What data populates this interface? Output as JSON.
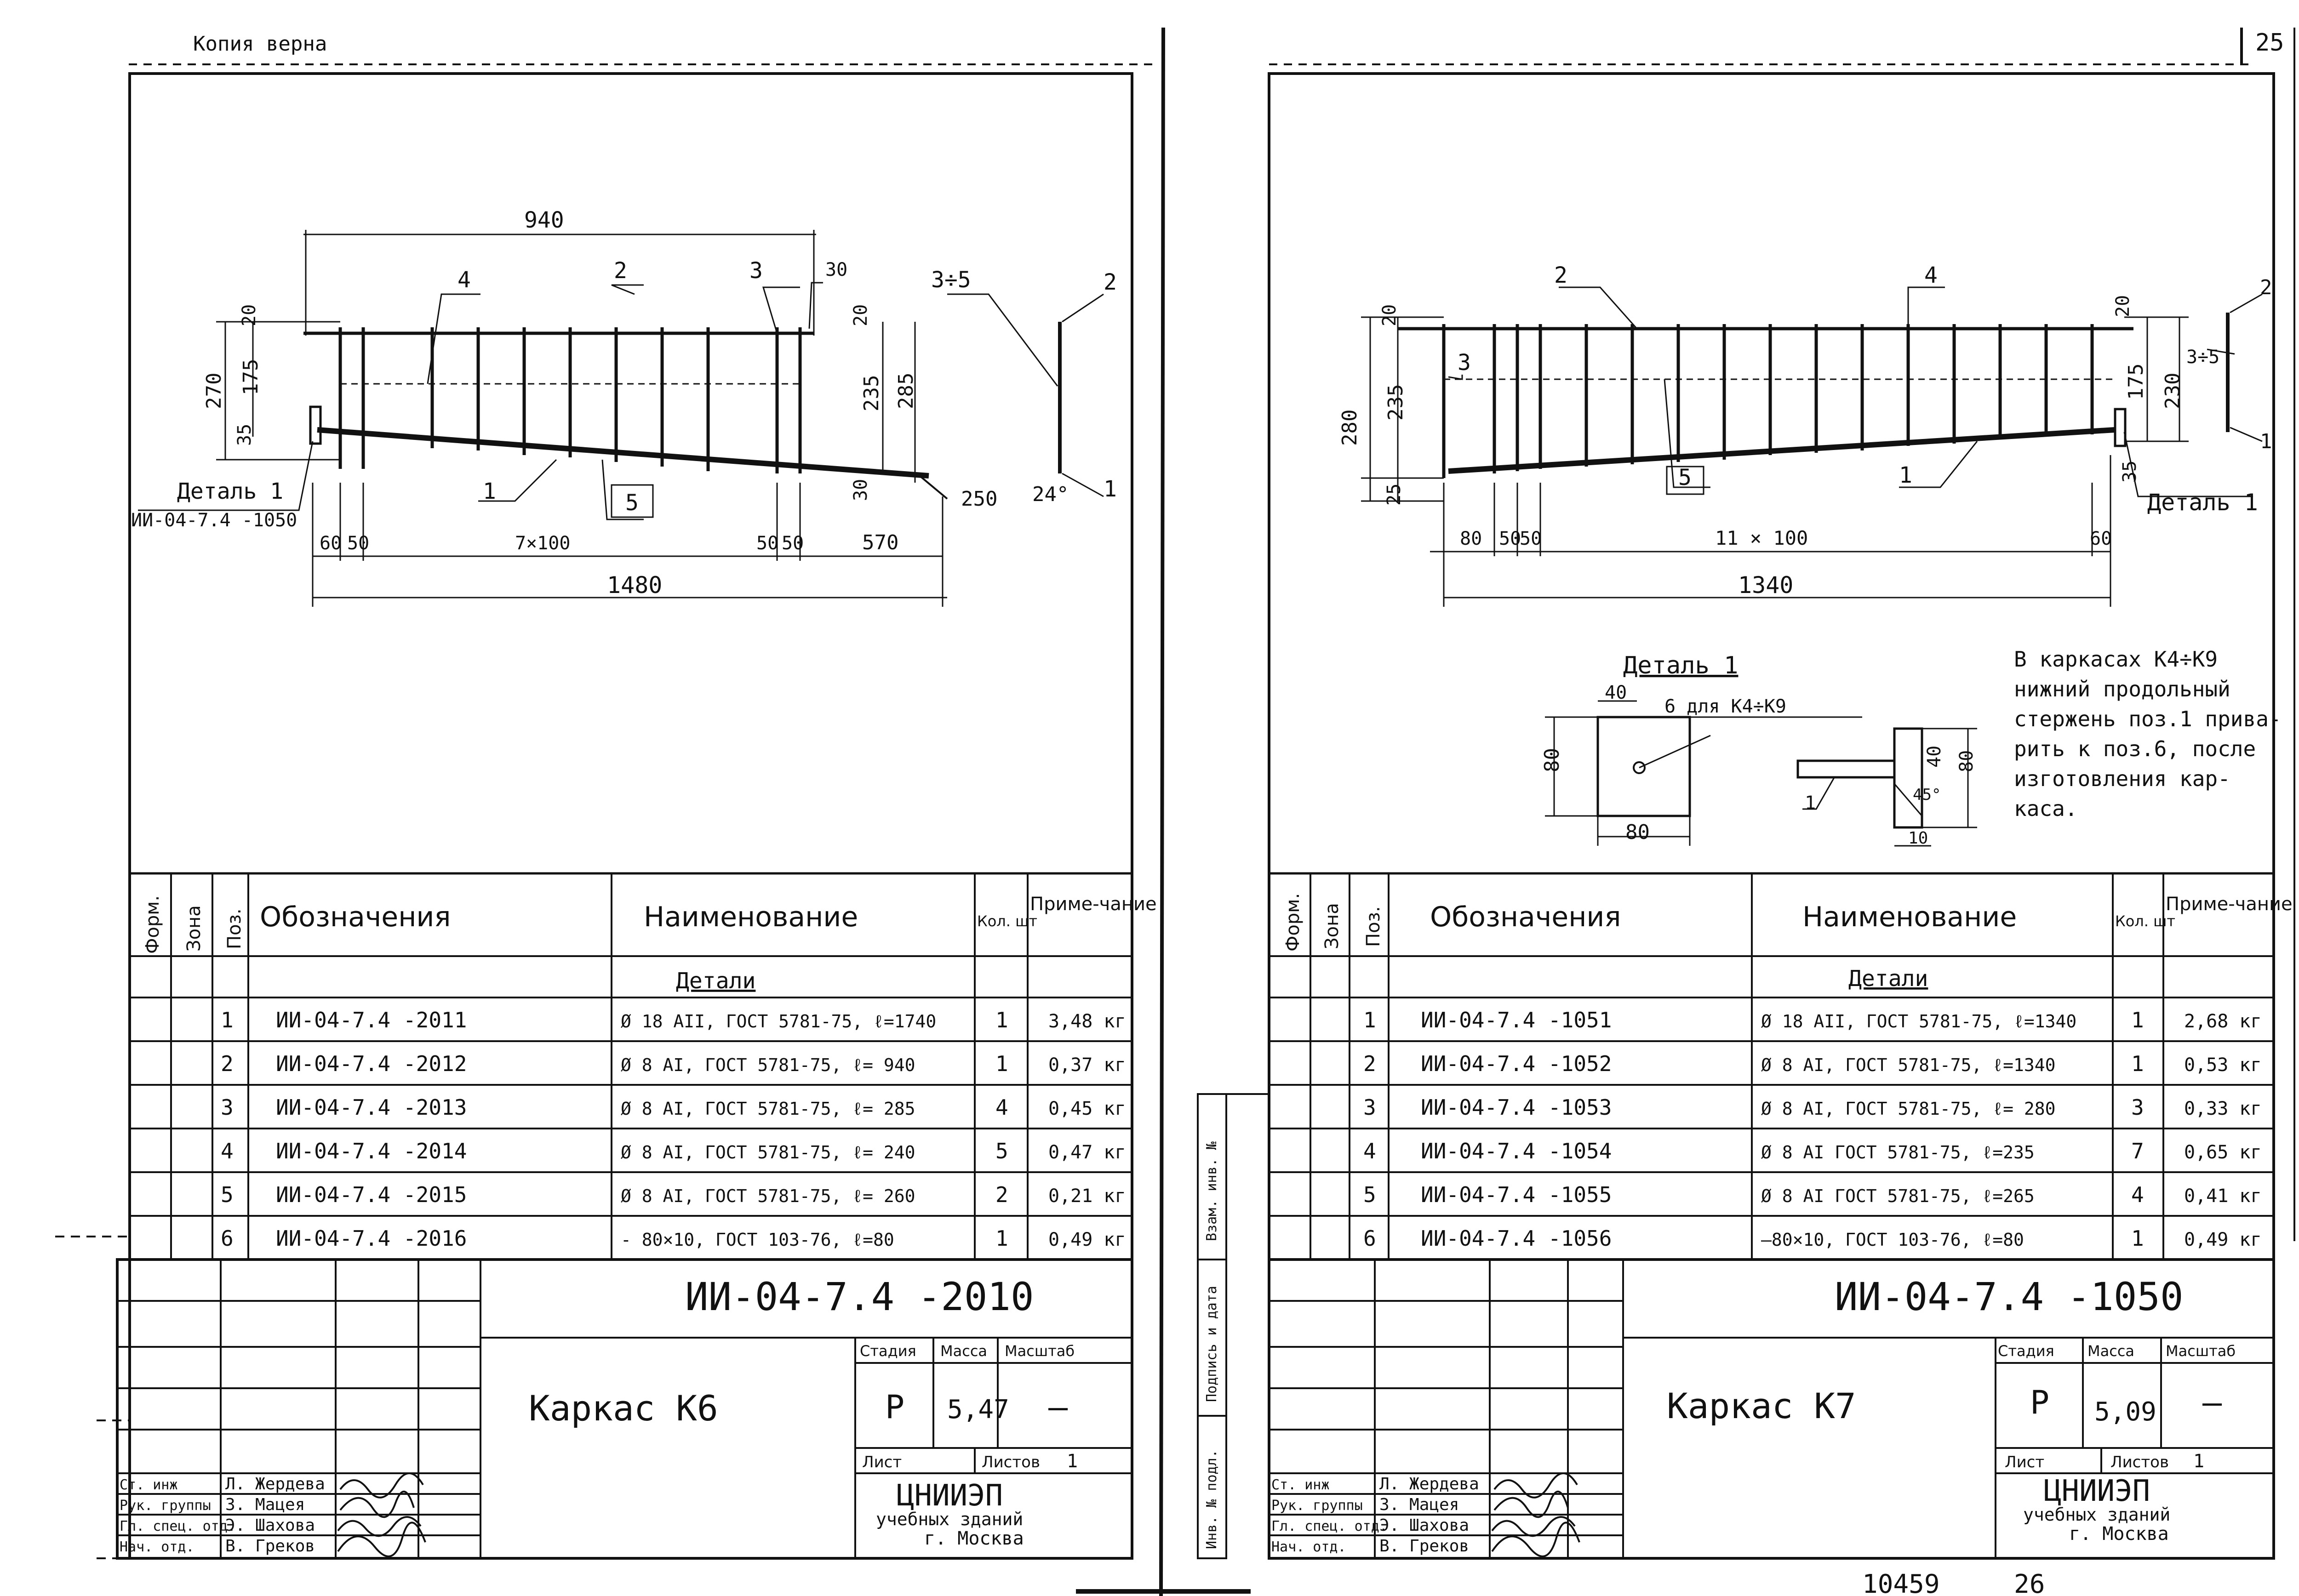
{
  "header": {
    "copy_mark": "Копия верна",
    "page_number": "25",
    "footer_ref": "10459",
    "footer_page": "26"
  },
  "left": {
    "dims": {
      "d940": "940",
      "d30a": "30",
      "d20a": "20",
      "d20b": "20",
      "d270": "270",
      "d175": "175",
      "d35": "35",
      "d235": "235",
      "d285": "285",
      "d30b": "30",
      "d250": "250",
      "d24": "24°",
      "d60": "60",
      "d50a": "50",
      "d7x100": "7×100",
      "d50b": "50",
      "d50c": "50",
      "d570": "570",
      "d1480": "1480"
    },
    "leaders": {
      "p4": "4",
      "p2": "2",
      "p3": "3",
      "p35": "3÷5",
      "p2r": "2",
      "p1": "1",
      "p5": "5",
      "p1r": "1"
    },
    "detail_label": "Деталь 1",
    "detail_ref": "ИИ-04-7.4 -1050",
    "table": {
      "headers": {
        "form": "Форм.",
        "zone": "Зона",
        "pos": "Поз.",
        "designation": "Обозначения",
        "name": "Наименование",
        "qty": "Кол. шт",
        "note": "Приме-чание"
      },
      "section": "Детали",
      "rows": [
        {
          "pos": "1",
          "designation": "ИИ-04-7.4 -2011",
          "name": "Ø 18 АII, ГОСТ 5781-75, ℓ=1740",
          "qty": "1",
          "note": "3,48 кг"
        },
        {
          "pos": "2",
          "designation": "ИИ-04-7.4 -2012",
          "name": "Ø 8 АI, ГОСТ 5781-75, ℓ= 940",
          "qty": "1",
          "note": "0,37 кг"
        },
        {
          "pos": "3",
          "designation": "ИИ-04-7.4 -2013",
          "name": "Ø 8 АI, ГОСТ 5781-75, ℓ= 285",
          "qty": "4",
          "note": "0,45 кг"
        },
        {
          "pos": "4",
          "designation": "ИИ-04-7.4 -2014",
          "name": "Ø 8 АI, ГОСТ 5781-75, ℓ= 240",
          "qty": "5",
          "note": "0,47 кг"
        },
        {
          "pos": "5",
          "designation": "ИИ-04-7.4 -2015",
          "name": "Ø 8 АI, ГОСТ 5781-75, ℓ= 260",
          "qty": "2",
          "note": "0,21 кг"
        },
        {
          "pos": "6",
          "designation": "ИИ-04-7.4 -2016",
          "name": "- 80×10, ГОСТ 103-76, ℓ=80",
          "qty": "1",
          "note": "0,49 кг"
        }
      ]
    },
    "stamp": {
      "code": "ИИ-04-7.4 -2010",
      "title": "Каркас К6",
      "stage_h": "Стадия",
      "mass_h": "Масса",
      "scale_h": "Масштаб",
      "stage": "Р",
      "mass": "5,47",
      "scale": "—",
      "sheet_h": "Лист",
      "sheets_h": "Листов",
      "sheets": "1",
      "org1": "ЦНИИЭП",
      "org2": "учебных зданий",
      "org3": "г. Москва",
      "roles": [
        "Ст. инж",
        "Рук. группы",
        "Гл. спец. отд.",
        "Нач. отд."
      ],
      "people": [
        "Л. Жердева",
        "З. Мацея",
        "Э. Шахова",
        "В. Греков"
      ]
    }
  },
  "right": {
    "dims": {
      "d280": "280",
      "d235": "235",
      "d25": "25",
      "d20a": "20",
      "d20b": "20",
      "d175": "175",
      "d230": "230",
      "d35": "35",
      "d80": "80",
      "d50a": "50",
      "d50b": "50",
      "d11x100": "11 × 100",
      "d60": "60",
      "d1340": "1340"
    },
    "leaders": {
      "p2": "2",
      "p4": "4",
      "p3": "3",
      "p5": "5",
      "p1": "1",
      "p35": "3÷5",
      "p2r": "2",
      "p1r": "1"
    },
    "detail_label": "Деталь 1",
    "detail": {
      "title": "Деталь 1",
      "d40": "40",
      "d80v": "80",
      "d80h": "80",
      "label6": "6 для К4÷К9",
      "d40r": "40",
      "d80r": "80",
      "d45": "45°",
      "d10": "10",
      "p1": "1"
    },
    "note": [
      "В каркасах К4÷К9",
      "нижний продольный",
      "стержень поз.1 прива-",
      "рить к поз.6, после",
      "изготовления кар-",
      "каса."
    ],
    "side_labels": [
      "Инв. № подл.",
      "Подпись и дата",
      "Взам. инв. №"
    ],
    "table": {
      "headers": {
        "form": "Форм.",
        "zone": "Зона",
        "pos": "Поз.",
        "designation": "Обозначения",
        "name": "Наименование",
        "qty": "Кол. шт",
        "note": "Приме-чание"
      },
      "section": "Детали",
      "rows": [
        {
          "pos": "1",
          "designation": "ИИ-04-7.4 -1051",
          "name": "Ø 18 АII, ГОСТ 5781-75, ℓ=1340",
          "qty": "1",
          "note": "2,68 кг"
        },
        {
          "pos": "2",
          "designation": "ИИ-04-7.4 -1052",
          "name": "Ø 8 АI, ГОСТ 5781-75, ℓ=1340",
          "qty": "1",
          "note": "0,53 кг"
        },
        {
          "pos": "3",
          "designation": "ИИ-04-7.4 -1053",
          "name": "Ø 8 АI, ГОСТ 5781-75, ℓ= 280",
          "qty": "3",
          "note": "0,33 кг"
        },
        {
          "pos": "4",
          "designation": "ИИ-04-7.4 -1054",
          "name": "Ø 8 АI ГОСТ 5781-75, ℓ=235",
          "qty": "7",
          "note": "0,65 кг"
        },
        {
          "pos": "5",
          "designation": "ИИ-04-7.4 -1055",
          "name": "Ø 8 АI ГОСТ 5781-75, ℓ=265",
          "qty": "4",
          "note": "0,41 кг"
        },
        {
          "pos": "6",
          "designation": "ИИ-04-7.4 -1056",
          "name": "—80×10, ГОСТ 103-76, ℓ=80",
          "qty": "1",
          "note": "0,49 кг"
        }
      ]
    },
    "stamp": {
      "code": "ИИ-04-7.4 -1050",
      "title": "Каркас К7",
      "stage_h": "Стадия",
      "mass_h": "Масса",
      "scale_h": "Масштаб",
      "stage": "Р",
      "mass": "5,09",
      "scale": "—",
      "sheet_h": "Лист",
      "sheets_h": "Листов",
      "sheets": "1",
      "org1": "ЦНИИЭП",
      "org2": "учебных зданий",
      "org3": "г. Москва",
      "roles": [
        "Ст. инж",
        "Рук. группы",
        "Гл. спец. отд.",
        "Нач. отд."
      ],
      "people": [
        "Л. Жердева",
        "З. Мацея",
        "Э. Шахова",
        "В. Греков"
      ]
    }
  }
}
